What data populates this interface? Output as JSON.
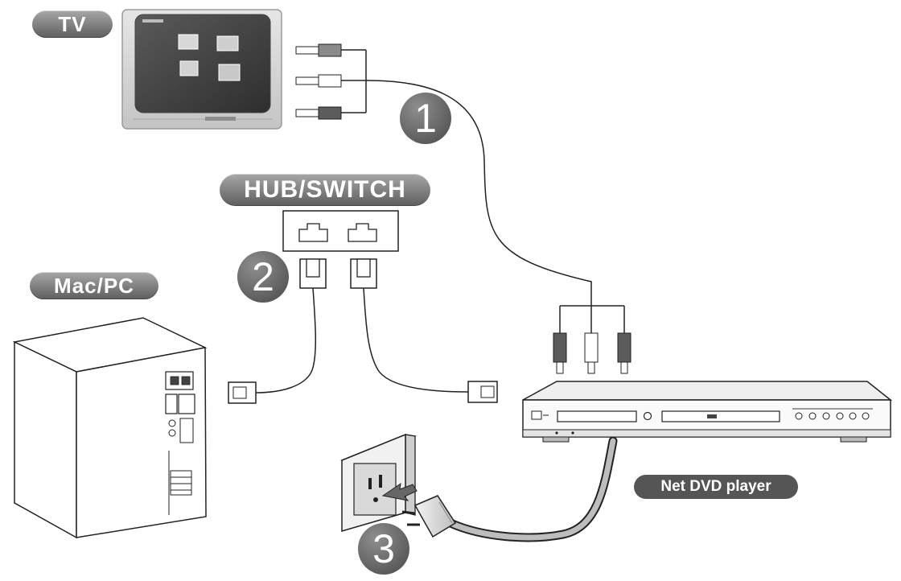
{
  "labels": {
    "tv": "TV",
    "hub": "HUB/SWITCH",
    "pc": "Mac/PC",
    "dvd": "Net DVD player"
  },
  "steps": [
    "1",
    "2",
    "3"
  ],
  "icons": {
    "tv": "crt-television-icon",
    "hub": "network-hub-icon",
    "pc": "desktop-tower-icon",
    "dvd": "dvd-player-icon",
    "outlet": "wall-outlet-icon",
    "plug": "power-plug-icon"
  },
  "colors": {
    "label_fill": "#6e6e6e",
    "step_fill": "#6a6a6a",
    "line": "#222222"
  }
}
